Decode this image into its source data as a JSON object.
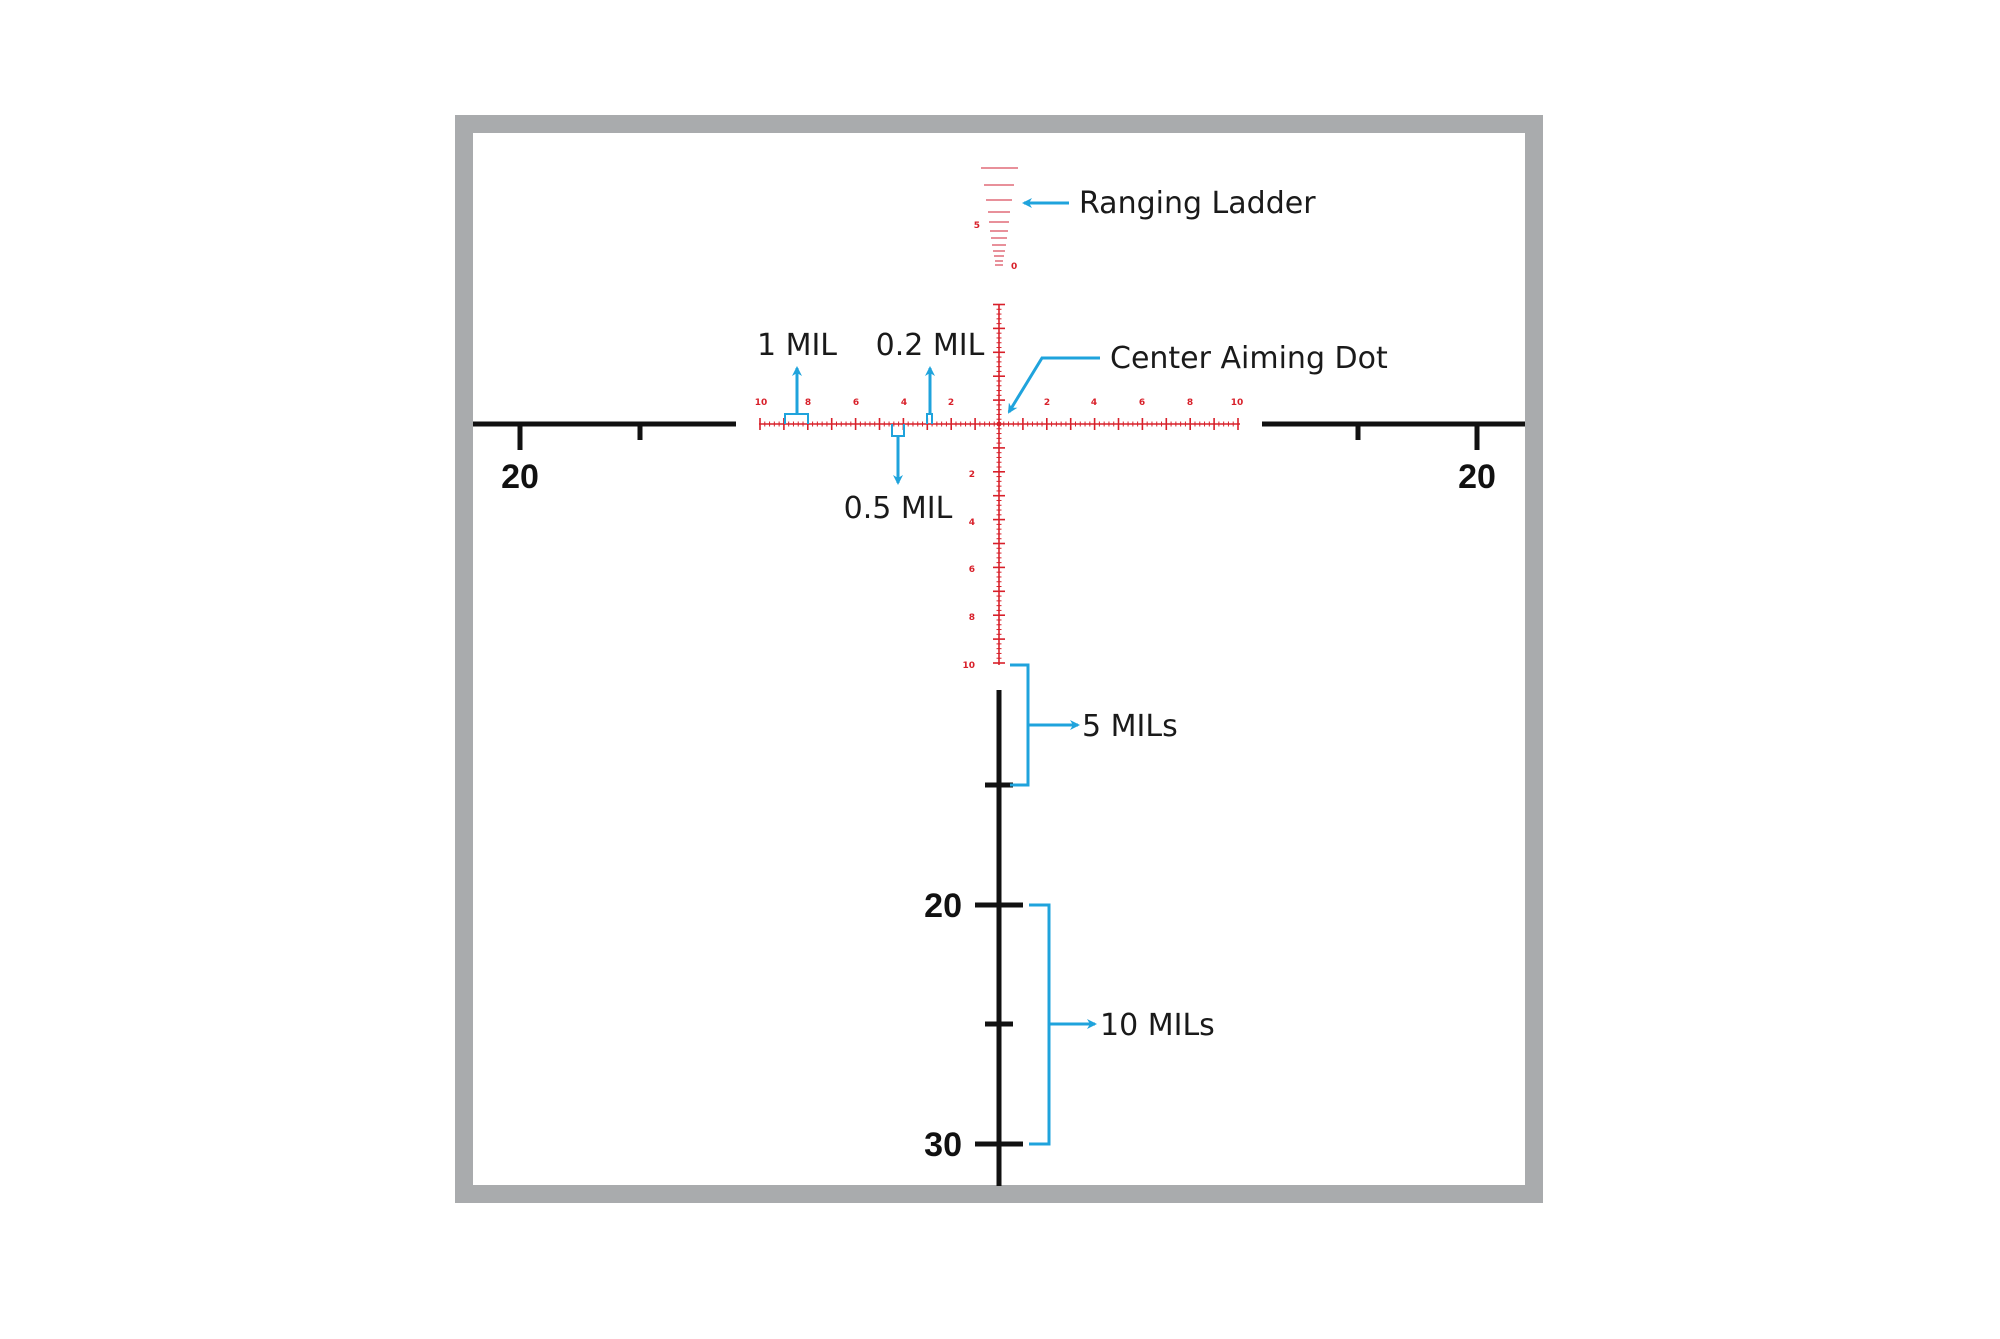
{
  "colors": {
    "frame": "#a9abad",
    "reticle_red": "#d8202a",
    "ladder_pink": "#e8909a",
    "callout_blue": "#1fa3dc",
    "post_black": "#111111"
  },
  "callouts": {
    "ranging_ladder": "Ranging Ladder",
    "center_aiming_dot": "Center Aiming Dot",
    "one_mil": "1 MIL",
    "point_two_mil": "0.2 MIL",
    "point_five_mil": "0.5 MIL",
    "five_mils": "5 MILs",
    "ten_mils": "10 MILs"
  },
  "horizontal_post": {
    "left_label": "20",
    "right_label": "20"
  },
  "vertical_post": {
    "labels": [
      "20",
      "30"
    ]
  },
  "ladder": {
    "labels": [
      "5",
      "0"
    ]
  },
  "reticle_scale": {
    "left_labels": [
      "10",
      "8",
      "6",
      "4",
      "2"
    ],
    "right_labels": [
      "2",
      "4",
      "6",
      "8",
      "10"
    ],
    "down_labels": [
      "2",
      "4",
      "6",
      "8",
      "10"
    ]
  }
}
